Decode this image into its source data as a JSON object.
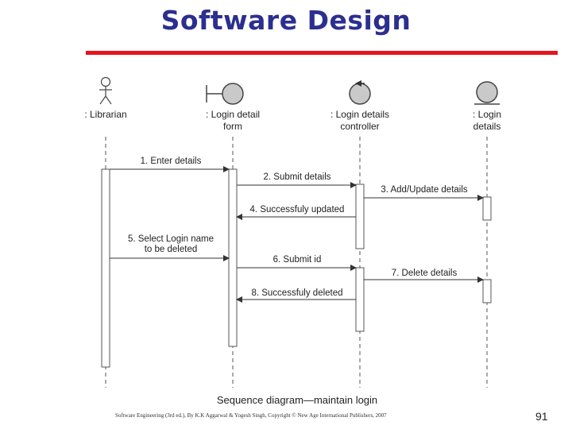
{
  "slide": {
    "title": "Software Design",
    "footer": "Software Engineering (3rd ed.), By K.K Aggarwal & Yogesh Singh, Copyright © New Age International Publishers, 2007",
    "page_number": "91"
  },
  "diagram": {
    "caption": "Sequence diagram—maintain login",
    "lifelines": [
      {
        "id": "librarian",
        "type": "actor",
        "label_lines": [
          ": Librarian"
        ]
      },
      {
        "id": "form",
        "type": "boundary",
        "label_lines": [
          ": Login detail",
          "form"
        ]
      },
      {
        "id": "controller",
        "type": "control",
        "label_lines": [
          ": Login details",
          "controller"
        ]
      },
      {
        "id": "entity",
        "type": "entity",
        "label_lines": [
          ": Login",
          "details"
        ]
      }
    ],
    "messages": [
      {
        "from": "librarian",
        "to": "form",
        "label_lines": [
          "1. Enter details"
        ]
      },
      {
        "from": "form",
        "to": "controller",
        "label_lines": [
          "2. Submit details"
        ]
      },
      {
        "from": "controller",
        "to": "entity",
        "label_lines": [
          "3. Add/Update details"
        ]
      },
      {
        "from": "controller",
        "to": "form",
        "label_lines": [
          "4. Successfuly updated"
        ]
      },
      {
        "from": "librarian",
        "to": "form",
        "label_lines": [
          "5. Select Login name",
          "to be deleted"
        ]
      },
      {
        "from": "form",
        "to": "controller",
        "label_lines": [
          "6. Submit id"
        ]
      },
      {
        "from": "controller",
        "to": "entity",
        "label_lines": [
          "7. Delete details"
        ]
      },
      {
        "from": "controller",
        "to": "form",
        "label_lines": [
          "8. Successfuly deleted"
        ]
      }
    ]
  }
}
